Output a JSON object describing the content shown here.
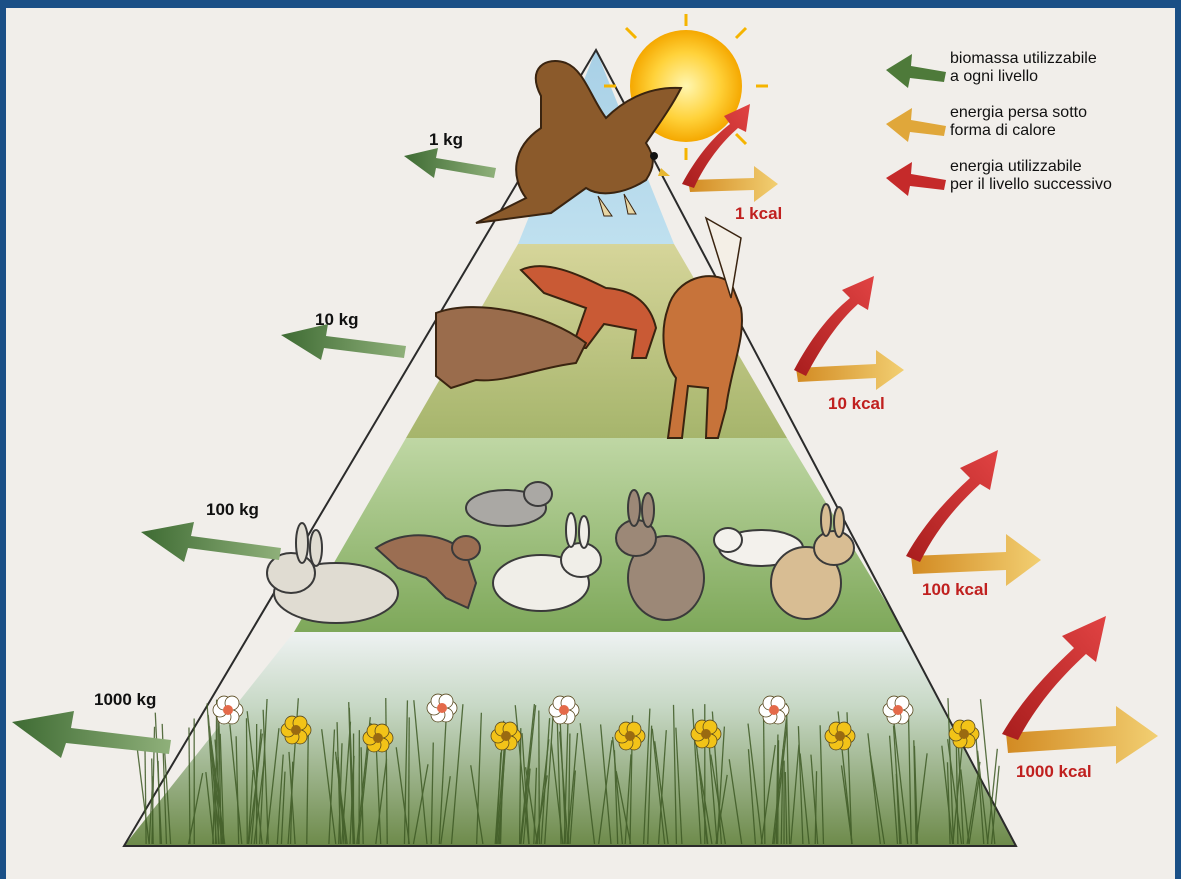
{
  "levels": [
    {
      "biomass": "1 kg",
      "energy": "1 kcal"
    },
    {
      "biomass": "10 kg",
      "energy": "10 kcal"
    },
    {
      "biomass": "100 kg",
      "energy": "100 kcal"
    },
    {
      "biomass": "1000 kg",
      "energy": "1000 kcal"
    }
  ],
  "legend": [
    {
      "text_line1": "biomassa utilizzabile",
      "text_line2": "a ogni livello",
      "color": "#4e7a3a"
    },
    {
      "text_line1": "energia persa sotto",
      "text_line2": "forma di calore",
      "color": "#e0a73a"
    },
    {
      "text_line1": "energia utilizzabile",
      "text_line2": "per il livello successivo",
      "color": "#c52a2a"
    }
  ],
  "icons": [
    "sun-icon",
    "hawk-icon",
    "fox-icon",
    "rabbit-icon",
    "flower-icon",
    "grass-icon"
  ]
}
